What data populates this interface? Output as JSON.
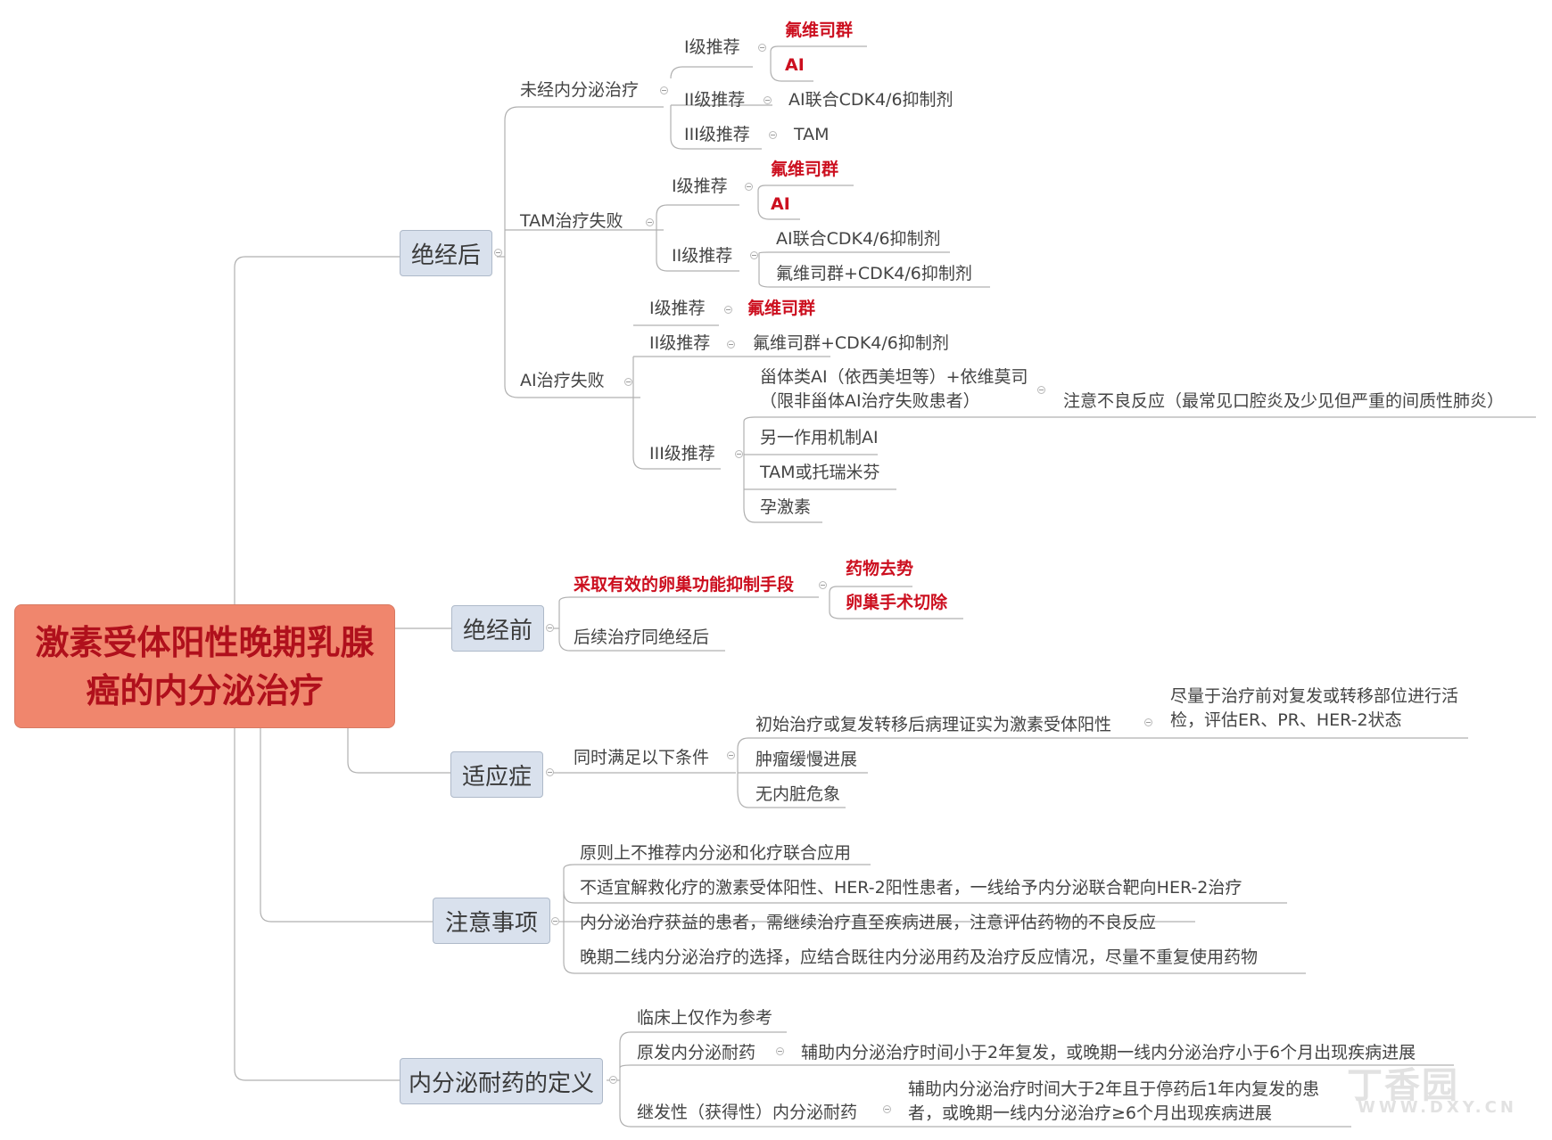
{
  "root": {
    "title": "激素受体阳性晚期乳腺癌的内分泌治疗"
  },
  "postmeno": {
    "label": "绝经后",
    "untreated": {
      "label": "未经内分泌治疗",
      "l1_label": "I级推荐",
      "l1_items": [
        "氟维司群",
        "AI"
      ],
      "l2_label": "II级推荐",
      "l2_item": "AI联合CDK4/6抑制剂",
      "l3_label": "III级推荐",
      "l3_item": "TAM"
    },
    "tam_fail": {
      "label": "TAM治疗失败",
      "l1_label": "I级推荐",
      "l1_items": [
        "氟维司群",
        "AI"
      ],
      "l2_label": "II级推荐",
      "l2_items": [
        "AI联合CDK4/6抑制剂",
        "氟维司群+CDK4/6抑制剂"
      ]
    },
    "ai_fail": {
      "label": "AI治疗失败",
      "l1_label": "I级推荐",
      "l1_item": "氟维司群",
      "l2_label": "II级推荐",
      "l2_item": "氟维司群+CDK4/6抑制剂",
      "l3_label": "III级推荐",
      "l3_item1": "甾体类AI（依西美坦等）+依维莫司（限非甾体AI治疗失败患者）",
      "l3_item1_note": "注意不良反应（最常见口腔炎及少见但严重的间质性肺炎）",
      "l3_item2": "另一作用机制AI",
      "l3_item3": "TAM或托瑞米芬",
      "l3_item4": "孕激素"
    }
  },
  "premeno": {
    "label": "绝经前",
    "ovarian": "采取有效的卵巢功能抑制手段",
    "ovarian_items": [
      "药物去势",
      "卵巢手术切除"
    ],
    "followup": "后续治疗同绝经后"
  },
  "indications": {
    "label": "适应症",
    "condition": "同时满足以下条件",
    "item1": "初始治疗或复发转移后病理证实为激素受体阳性",
    "item1_note": "尽量于治疗前对复发或转移部位进行活检，评估ER、PR、HER-2状态",
    "item2": "肿瘤缓慢进展",
    "item3": "无内脏危象"
  },
  "notes": {
    "label": "注意事项",
    "items": [
      "原则上不推荐内分泌和化疗联合应用",
      "不适宜解救化疗的激素受体阳性、HER-2阳性患者，一线给予内分泌联合靶向HER-2治疗",
      "内分泌治疗获益的患者，需继续治疗直至疾病进展，注意评估药物的不良反应",
      "晚期二线内分泌治疗的选择，应结合既往内分泌用药及治疗反应情况，尽量不重复使用药物"
    ]
  },
  "resistance": {
    "label": "内分泌耐药的定义",
    "ref": "临床上仅作为参考",
    "primary": "原发内分泌耐药",
    "primary_def": "辅助内分泌治疗时间小于2年复发，或晚期一线内分泌治疗小于6个月出现疾病进展",
    "secondary": "继发性（获得性）内分泌耐药",
    "secondary_def": "辅助内分泌治疗时间大于2年且于停药后1年内复发的患者，或晚期一线内分泌治疗≥6个月出现疾病进展"
  },
  "watermark": {
    "brand": "丁香园",
    "site": "WWW.DXY.CN"
  },
  "colors": {
    "root_fill": "#f0866d",
    "root_text": "#b0101c",
    "branch_fill": "#d9e1ed",
    "highlight": "#cc0f1f"
  }
}
